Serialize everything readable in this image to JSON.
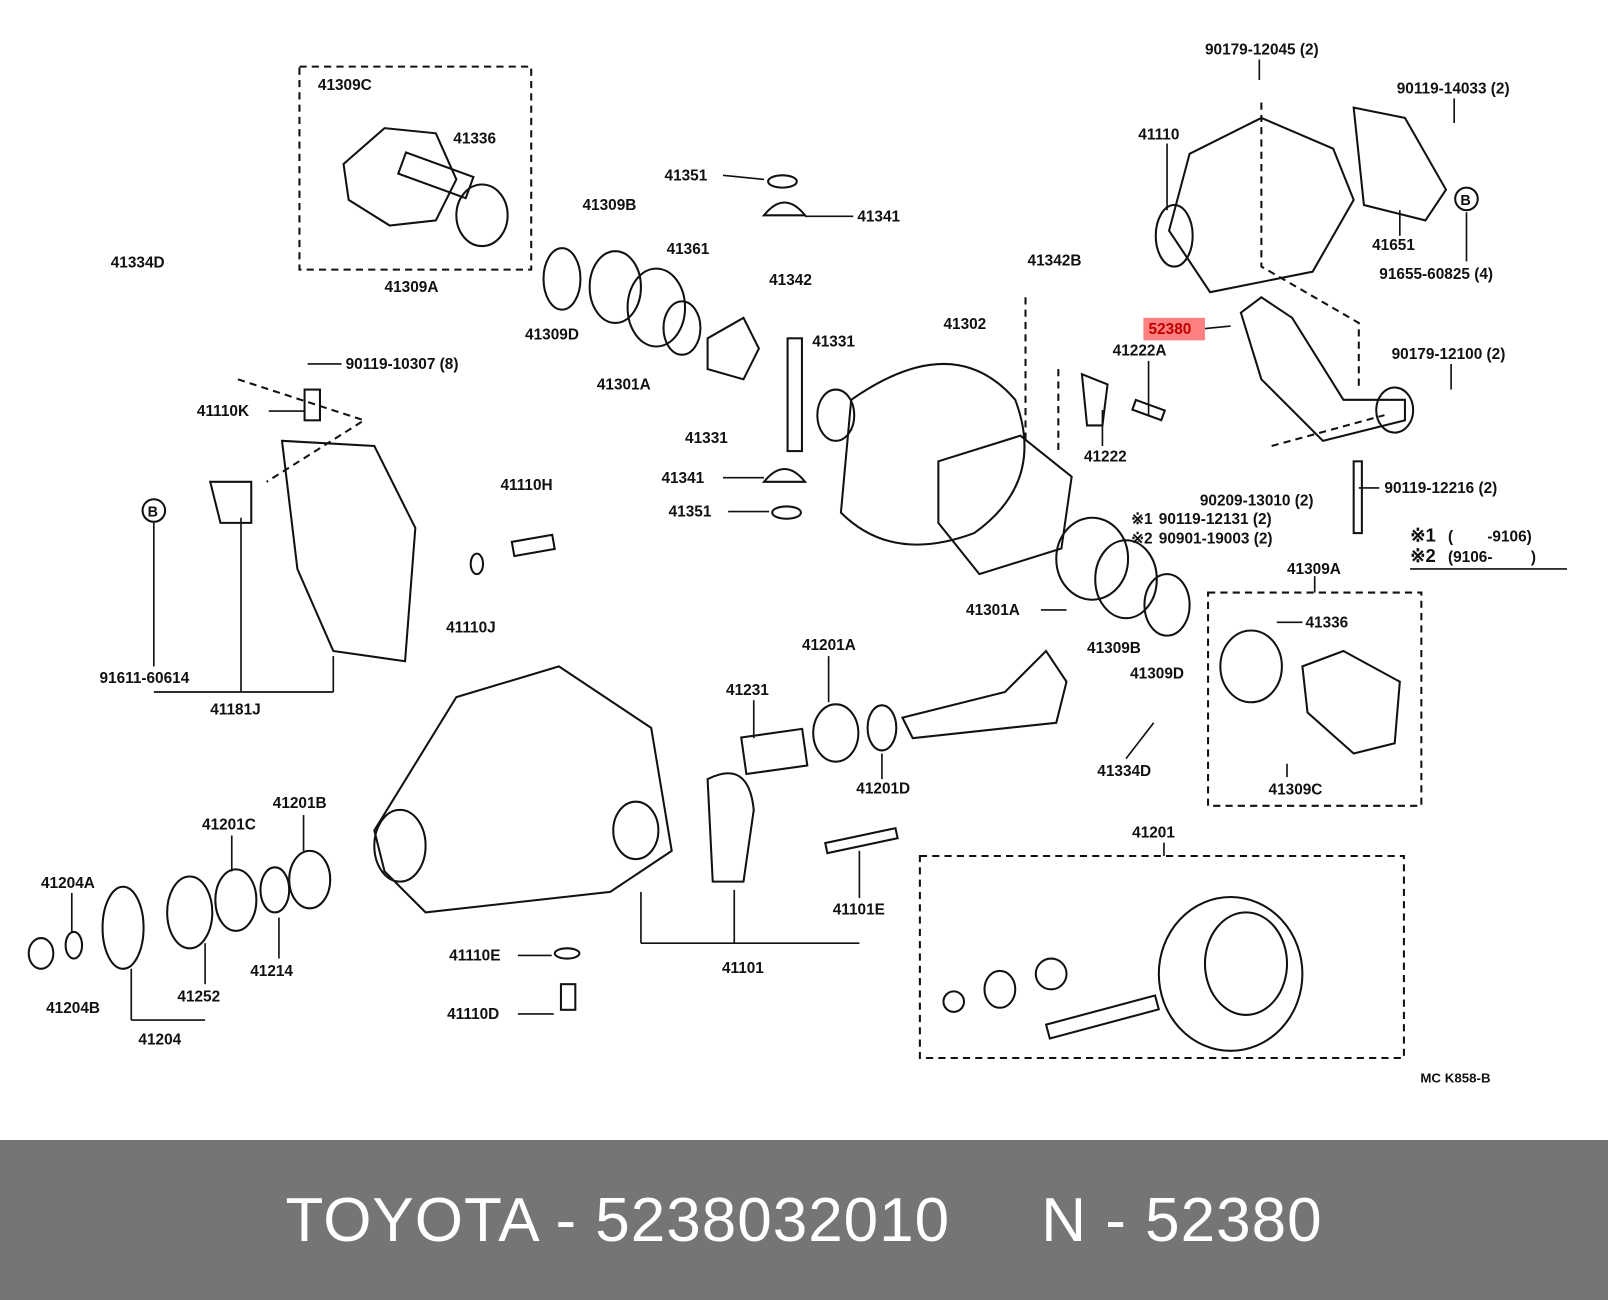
{
  "labels": [
    "41309C",
    "41336",
    "41334D",
    "41309A",
    "41351",
    "41341",
    "41309B",
    "41361",
    "41342",
    "41309D",
    "41301A",
    "41331",
    "41331",
    "41302",
    "41342B",
    "52380",
    "41222A",
    "41222",
    "90119-10307 (8)",
    "41110K",
    "41341",
    "41351",
    "41110H",
    "41110J",
    "91611-60614",
    "41181J",
    "90179-12045 (2)",
    "90119-14033 (2)",
    "41110",
    "41651",
    "91655-60825 (4)",
    "90179-12100 (2)",
    "90209-13010 (2)",
    "90119-12216 (2)",
    "90119-12131 (2)",
    "90901-19003 (2)",
    "41309A",
    "41336",
    "41301A",
    "41309B",
    "41309D",
    "41334D",
    "41309C",
    "41201A",
    "41231",
    "41201D",
    "41101E",
    "41101",
    "41201",
    "41110E",
    "41110D",
    "41201B",
    "41201C",
    "41204A",
    "41214",
    "41252",
    "41204B",
    "41204"
  ],
  "ref_marks": {
    "b1": "B",
    "b2": "B",
    "note1": "※1",
    "note2": "※2"
  },
  "notes": {
    "n1_range": "(        -9106)",
    "n2_range": "(9106-         )"
  },
  "drawing_code": "MC K858-B",
  "highlight_color": "#ff8080",
  "footer": {
    "brand_part": "TOYOTA - 5238032010",
    "ref": "N - 52380"
  }
}
